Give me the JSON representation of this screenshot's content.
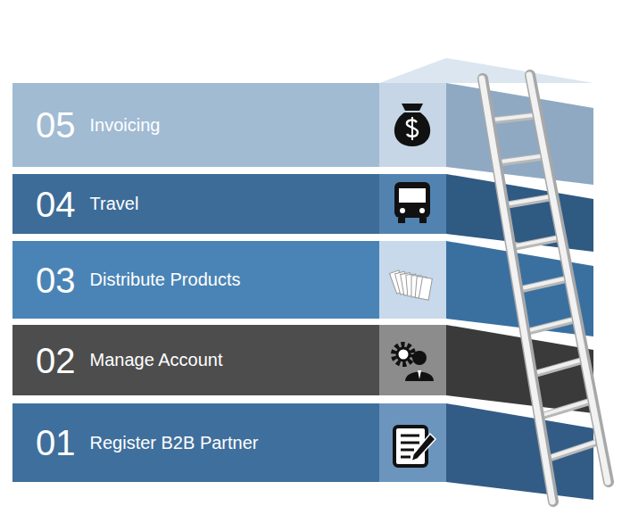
{
  "diagram": {
    "nodes": [
      {
        "text": [
          "05",
          "Invoicing"
        ]
      },
      {
        "text": [
          "04",
          "Travel"
        ]
      },
      {
        "text": [
          "03",
          "Distribute Products"
        ]
      },
      {
        "text": [
          "02",
          "Manage Account"
        ]
      },
      {
        "text": [
          "01",
          "Register B2B Partner"
        ]
      }
    ]
  }
}
